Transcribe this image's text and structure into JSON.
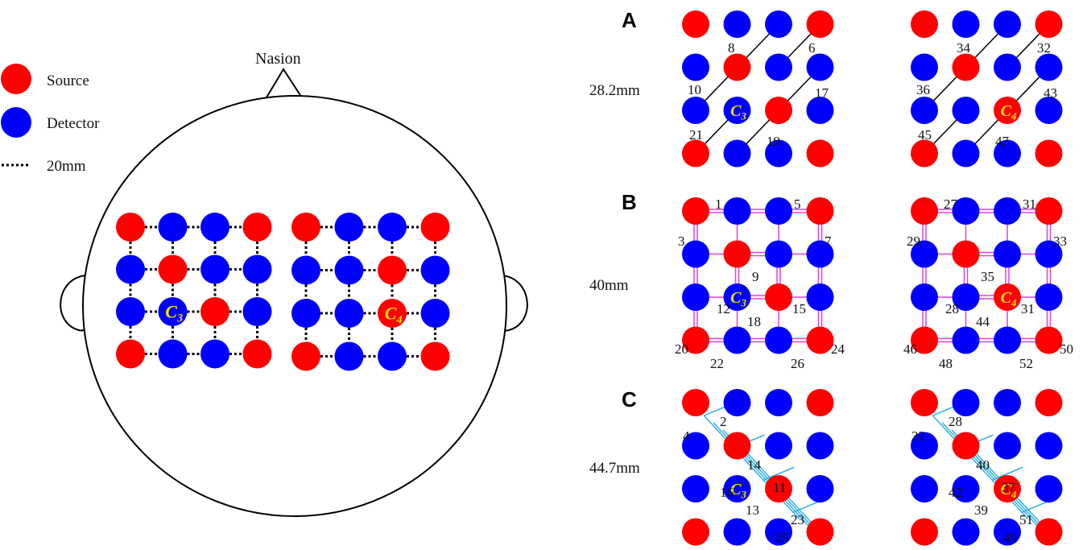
{
  "legend": {
    "source_label": "Source",
    "detector_label": "Detector",
    "distance_label": "20mm",
    "source_color": "#ff0000",
    "detector_color": "#0000ff"
  },
  "head": {
    "nasion_label": "Nasion",
    "left_grid": [
      [
        "S",
        "D",
        "D",
        "S"
      ],
      [
        "D",
        "S",
        "D",
        "D"
      ],
      [
        "D",
        "D",
        "S",
        "D"
      ],
      [
        "S",
        "D",
        "D",
        "S"
      ]
    ],
    "right_grid": [
      [
        "S",
        "D",
        "D",
        "S"
      ],
      [
        "D",
        "D",
        "S",
        "D"
      ],
      [
        "D",
        "D",
        "S",
        "D"
      ],
      [
        "S",
        "D",
        "D",
        "S"
      ]
    ],
    "c3_label": "C",
    "c3_sub": "3",
    "c4_label": "C",
    "c4_sub": "4"
  },
  "panels": [
    {
      "letter": "A",
      "distance": "28.2mm",
      "line_color": "#000000",
      "left_numbers": [
        "8",
        "6",
        "10",
        "17",
        "21",
        "19"
      ],
      "right_numbers": [
        "34",
        "32",
        "36",
        "43",
        "45",
        "47"
      ]
    },
    {
      "letter": "B",
      "distance": "40mm",
      "line_color": "#e040e0",
      "left_numbers": [
        "1",
        "5",
        "3",
        "7",
        "9",
        "12",
        "15",
        "18",
        "20",
        "24",
        "22",
        "26"
      ],
      "right_numbers": [
        "27",
        "31",
        "29",
        "33",
        "35",
        "28",
        "31",
        "44",
        "46",
        "50",
        "48",
        "52"
      ]
    },
    {
      "letter": "C",
      "distance": "44.7mm",
      "line_color": "#30b0e0",
      "left_numbers": [
        "2",
        "4",
        "14",
        "16",
        "11",
        "13",
        "23",
        "25"
      ],
      "right_numbers": [
        "28",
        "32",
        "40",
        "42",
        "37",
        "39",
        "51",
        "49"
      ]
    }
  ],
  "panel_grids": {
    "left": [
      [
        "S",
        "D",
        "D",
        "S"
      ],
      [
        "D",
        "S",
        "D",
        "D"
      ],
      [
        "D",
        "D",
        "S",
        "D"
      ],
      [
        "S",
        "D",
        "D",
        "S"
      ]
    ],
    "right": [
      [
        "S",
        "D",
        "D",
        "S"
      ],
      [
        "D",
        "S",
        "D",
        "D"
      ],
      [
        "D",
        "D",
        "S",
        "D"
      ],
      [
        "S",
        "D",
        "D",
        "S"
      ]
    ]
  }
}
